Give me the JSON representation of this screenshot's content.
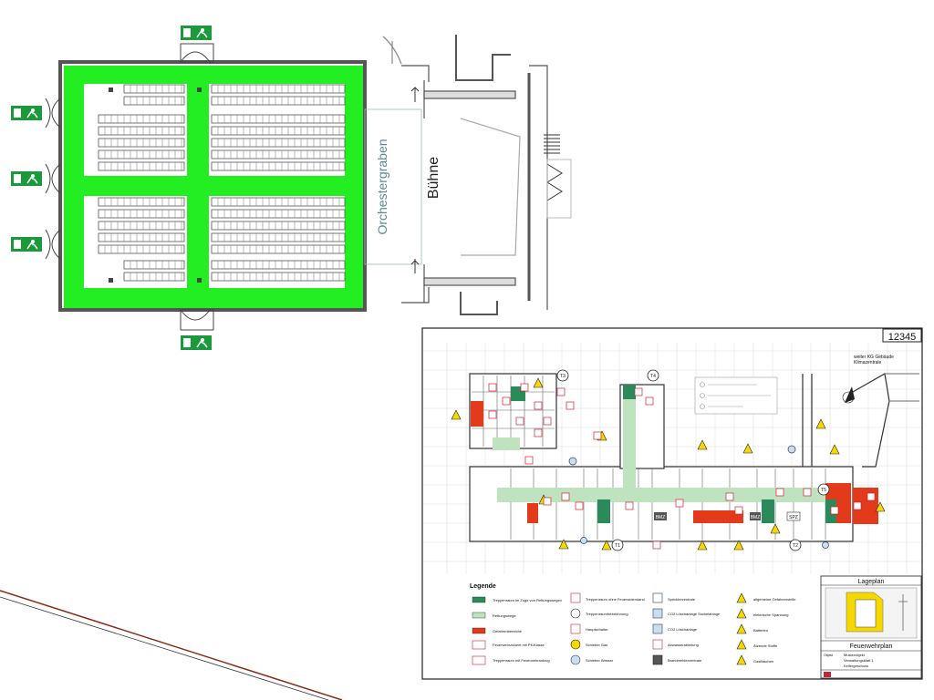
{
  "hall": {
    "stage_label": "Bühne",
    "orchestra_label": "Orchestergraben"
  },
  "plan": {
    "plan_number": "12345",
    "note_top_right_line1": "weiter KG Gebäude",
    "note_top_right_line2": "Klimazentrale",
    "stair_labels": [
      "T3",
      "T4",
      "T5",
      "T1",
      "T2"
    ],
    "room_codes": [
      "BMZ",
      "SPZ",
      "BMZ"
    ],
    "legend": {
      "title": "Legende",
      "col1": [
        "Treppenraum im Zuge von Rettungswegen",
        "Rettungswege",
        "Gefahrenbereiche",
        "Feuerwehrzufahrt mit Pfl-Klasse",
        "Treppenraum mit Feuerwehraufzug"
      ],
      "col2": [
        "Treppenraum ohne Feuerwiderstand",
        "Treppenraumbezeichnung",
        "Hauptschalter",
        "Schieber Gas",
        "Schieber Wasser"
      ],
      "col3": [
        "Sprinklerzentrale",
        "CO2 Löschanlage Sockelablage",
        "CO2 Löschanlage",
        "Abwasserableitung",
        "Brandmelderzentrale"
      ],
      "col4": [
        "allgemeine Gefahrenstelle",
        "elektrische Spannung",
        "Batterien",
        "Ätzende Stoffe",
        "Gasflaschen"
      ]
    },
    "title_block": {
      "lageplan": "Lageplan",
      "feuerwehrplan": "Feuerwehrplan",
      "row1_label": "Objekt",
      "row1_value": "Musterobjekt",
      "row2_value": "Verwaltungsblatt 1",
      "row3_value": "Kellergeschoss"
    }
  },
  "colors": {
    "escape_green": "#22ee22",
    "exit_sign_green": "#1a9a3a",
    "hazard_red": "#e23a1a",
    "stair_dark_green": "#2a8a5a",
    "route_light_green": "#bfe3bf",
    "warning_yellow": "#f5d800"
  }
}
